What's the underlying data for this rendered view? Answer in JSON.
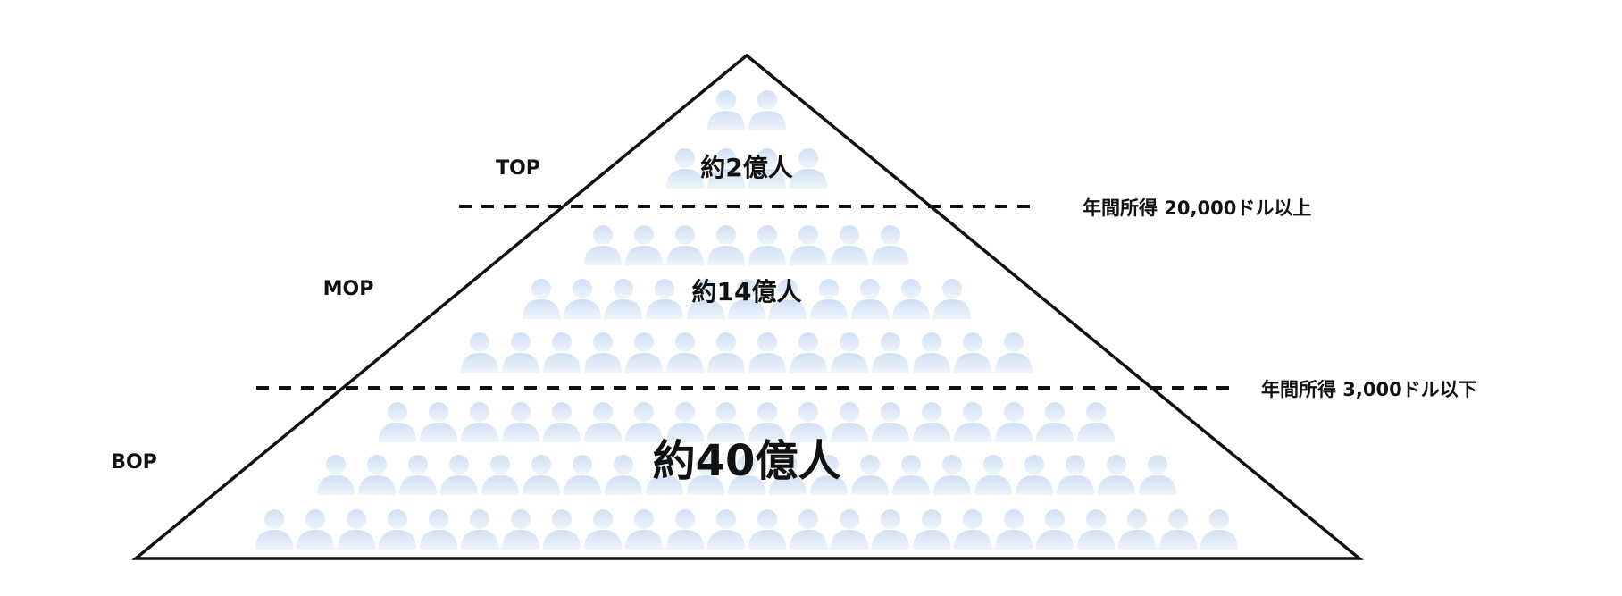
{
  "tiers": [
    {
      "key": "top",
      "label": "TOP",
      "population": "約2億人"
    },
    {
      "key": "mop",
      "label": "MOP",
      "population": "約14億人"
    },
    {
      "key": "bop",
      "label": "BOP",
      "population": "約40億人"
    }
  ],
  "thresholds": [
    {
      "label": "年間所得 20,000ドル以上"
    },
    {
      "label": "年間所得 3,000ドル以下"
    }
  ],
  "colors": {
    "outline": "#111111",
    "person_icon": "#dce9f7",
    "dashed_line": "#111111"
  },
  "icon": "person-icon"
}
